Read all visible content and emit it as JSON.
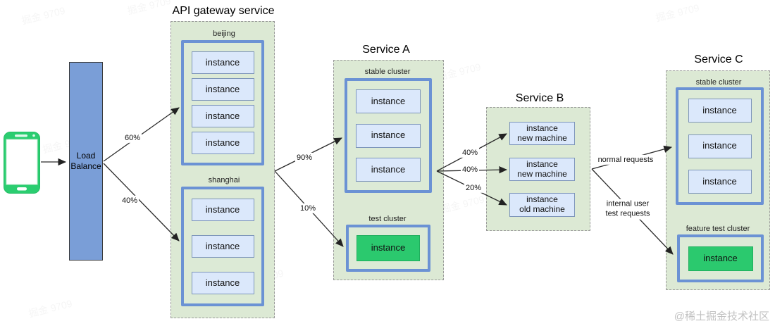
{
  "client": {
    "icon": "smartphone-icon"
  },
  "load_balancer": {
    "label": "Load Balance"
  },
  "api_gateway": {
    "title": "API gateway service",
    "beijing": {
      "name": "beijing",
      "instances": [
        "instance",
        "instance",
        "instance",
        "instance"
      ]
    },
    "shanghai": {
      "name": "shanghai",
      "instances": [
        "instance",
        "instance",
        "instance"
      ]
    }
  },
  "service_a": {
    "title": "Service A",
    "stable": {
      "name": "stable cluster",
      "instances": [
        "instance",
        "instance",
        "instance"
      ]
    },
    "test": {
      "name": "test cluster",
      "instances": [
        "instance"
      ]
    }
  },
  "service_b": {
    "title": "Service B",
    "instances": [
      {
        "name": "instance",
        "machine": "new machine"
      },
      {
        "name": "instance",
        "machine": "new machine"
      },
      {
        "name": "instance",
        "machine": "old machine"
      }
    ]
  },
  "service_c": {
    "title": "Service C",
    "stable": {
      "name": "stable cluster",
      "instances": [
        "instance",
        "instance",
        "instance"
      ]
    },
    "feature_test": {
      "name": "feature test cluster",
      "instances": [
        "instance"
      ]
    }
  },
  "edges": {
    "lb_to_beijing": "60%",
    "lb_to_shanghai": "40%",
    "gateway_to_stable": "90%",
    "gateway_to_test": "10%",
    "a_to_b_new1": "40%",
    "a_to_b_new2": "40%",
    "a_to_b_old": "20%",
    "b_to_c_normal": "normal requests",
    "b_to_c_test": "internal user\ntest requests"
  },
  "colors": {
    "region_green": "#dce9d4",
    "cluster_border_blue": "#6b92d4",
    "instance_blue": "#dbe8fb",
    "instance_green": "#2bc96e",
    "load_balancer_blue": "#7a9ed7",
    "phone_green": "#2bcd70"
  },
  "watermarks": {
    "diagonal": "掘金 9709",
    "credit": "@稀土掘金技术社区"
  }
}
